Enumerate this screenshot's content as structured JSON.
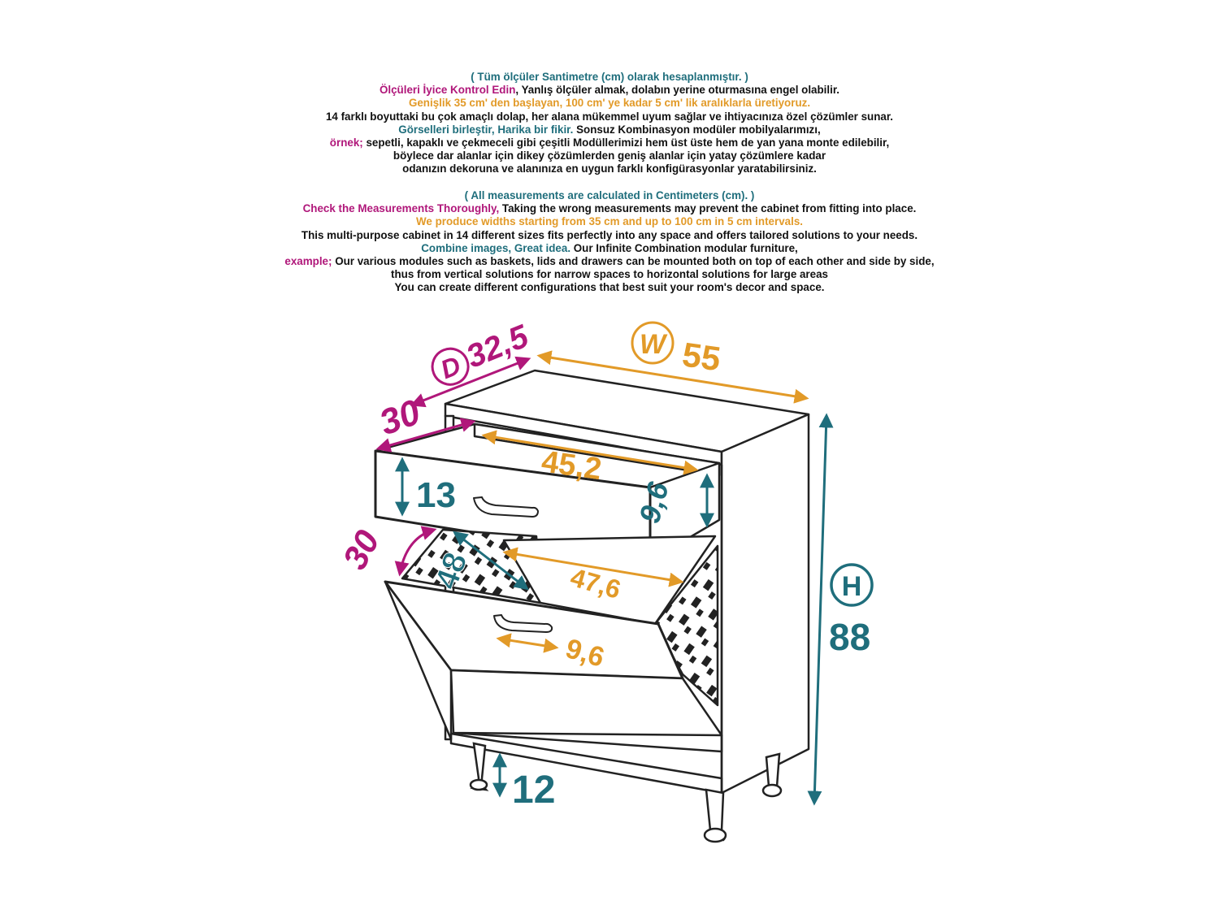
{
  "colors": {
    "teal": "#1f6e7c",
    "magenta": "#b0177a",
    "orange": "#e29a28",
    "ink": "#111111"
  },
  "turkish": {
    "title": "( Tüm ölçüler Santimetre (cm) olarak hesaplanmıştır. )",
    "check_highlight": "Ölçüleri İyice Kontrol Edin",
    "check_rest": ", Yanlış ölçüler almak, dolabın yerine oturmasına engel olabilir.",
    "widths": "Genişlik 35 cm' den başlayan, 100 cm' ye kadar 5 cm' lik aralıklarla üretiyoruz.",
    "sizes": "14 farklı boyuttaki bu çok amaçlı dolap, her alana mükemmel uyum sağlar ve ihtiyacınıza özel çözümler sunar.",
    "combine_highlight": "Görselleri birleştir, Harika bir fikir.",
    "combine_rest": " Sonsuz Kombinasyon modüler mobilyalarımızı,",
    "example_highlight": "örnek;",
    "example_rest": " sepetli, kapaklı ve çekmeceli gibi çeşitli Modüllerimizi hem üst üste hem de yan yana monte edilebilir,",
    "line7": "böylece dar alanlar için dikey çözümlerden geniş alanlar için yatay çözümlere kadar",
    "line8": "odanızın dekoruna ve alanınıza en uygun farklı konfigürasyonlar yaratabilirsiniz."
  },
  "english": {
    "title": "( All measurements are calculated in Centimeters (cm). )",
    "check_highlight": "Check the Measurements Thoroughly,",
    "check_rest": " Taking the wrong measurements may prevent the cabinet from fitting into place.",
    "widths": "We produce widths starting from 35 cm and up to 100 cm in 5 cm intervals.",
    "sizes": "This multi-purpose cabinet in 14 different sizes fits perfectly into any space and offers tailored solutions to your needs.",
    "combine_highlight": "Combine images, Great idea.",
    "combine_rest": " Our Infinite Combination modular furniture,",
    "example_highlight": "example;",
    "example_rest": " Our various modules such as baskets, lids and drawers can be mounted both on top of each other and side by side,",
    "line7": "thus from vertical solutions for narrow spaces to horizontal solutions for large areas",
    "line8": "You can create different configurations that best suit your room's decor and space."
  },
  "dimensions": {
    "depth_letter": "D",
    "depth_value": "32,5",
    "width_letter": "W",
    "width_value": "55",
    "height_letter": "H",
    "height_value": "88",
    "drawer_depth": "30",
    "drawer_inner_width": "45,2",
    "drawer_front_height": "13",
    "drawer_inner_height": "9,6",
    "basket_depth": "30",
    "basket_height": "48",
    "basket_width": "47,6",
    "basket_inner": "9,6",
    "leg_height": "12"
  }
}
